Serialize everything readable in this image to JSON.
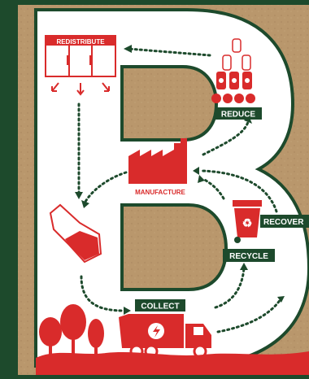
{
  "colors": {
    "dark_green": "#1d4a2c",
    "kraft": "#b9976c",
    "red": "#d92b2b",
    "white": "#ffffff"
  },
  "labels": {
    "redistribute": "REDISTRIBUTE",
    "reduce": "REDUCE",
    "manufacture": "MANUFACTURE",
    "recover": "RECOVER",
    "recycle": "RECYCLE",
    "collect": "COLLECT"
  },
  "icons": [
    "display-fridge-icon",
    "bottles-apples-icon",
    "factory-icon",
    "crushed-bottle-icon",
    "recycling-bin-icon",
    "garbage-truck-icon",
    "trees-icon"
  ]
}
